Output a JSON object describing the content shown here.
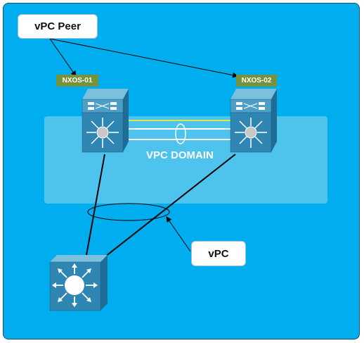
{
  "labels": {
    "vpc_peer": "vPC Peer",
    "vpc": "vPC",
    "domain": "VPC DOMAIN",
    "switch_1": "NXOS-01",
    "switch_2": "NXOS-02"
  },
  "colors": {
    "background": "#00aeef",
    "domain_band": "#4ec3ee",
    "switch_body": "#2f86b3",
    "switch_top": "#5aa8cc",
    "tag": "#76923c",
    "peer_keepalive_link": "#d4ec4a",
    "peer_link": "#ffffff",
    "uplink": "#000000"
  },
  "icons": {
    "nexus_switch": "nexus-switch-icon",
    "layer3_switch": "layer3-switch-icon"
  }
}
